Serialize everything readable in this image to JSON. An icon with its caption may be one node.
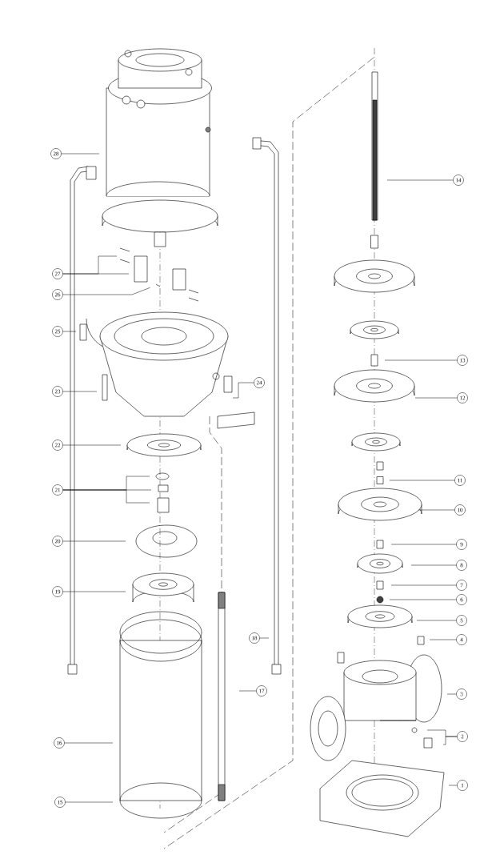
{
  "diagram": {
    "nodes": [
      {
        "text": [
          "28"
        ]
      },
      {
        "text": [
          "27"
        ]
      },
      {
        "text": [
          "26"
        ]
      },
      {
        "text": [
          "25"
        ]
      },
      {
        "text": [
          "23"
        ]
      },
      {
        "text": [
          "24"
        ]
      },
      {
        "text": [
          "22"
        ]
      },
      {
        "text": [
          "21"
        ]
      },
      {
        "text": [
          "20"
        ]
      },
      {
        "text": [
          "19"
        ]
      },
      {
        "text": [
          "18"
        ]
      },
      {
        "text": [
          "17"
        ]
      },
      {
        "text": [
          "16"
        ]
      },
      {
        "text": [
          "15"
        ]
      },
      {
        "text": [
          "14"
        ]
      },
      {
        "text": [
          "13"
        ]
      },
      {
        "text": [
          "12"
        ]
      },
      {
        "text": [
          "11"
        ]
      },
      {
        "text": [
          "10"
        ]
      },
      {
        "text": [
          "9"
        ]
      },
      {
        "text": [
          "8"
        ]
      },
      {
        "text": [
          "7"
        ]
      },
      {
        "text": [
          "6"
        ]
      },
      {
        "text": [
          "5"
        ]
      },
      {
        "text": [
          "4"
        ]
      },
      {
        "text": [
          "3"
        ]
      },
      {
        "text": [
          "2"
        ]
      },
      {
        "text": [
          "1"
        ]
      }
    ],
    "edges": [
      {
        "from": 0,
        "to": null,
        "arrow": "none"
      },
      {
        "from": 1,
        "to": null,
        "arrow": "none"
      },
      {
        "from": 1,
        "to": null,
        "arrow": "none"
      },
      {
        "from": 2,
        "to": null,
        "arrow": "none"
      },
      {
        "from": 3,
        "to": null,
        "arrow": "none"
      },
      {
        "from": 4,
        "to": null,
        "arrow": "none"
      },
      {
        "from": 5,
        "to": null,
        "arrow": "none"
      },
      {
        "from": 6,
        "to": null,
        "arrow": "none"
      },
      {
        "from": 7,
        "to": null,
        "arrow": "none"
      },
      {
        "from": 7,
        "to": null,
        "arrow": "none"
      },
      {
        "from": 7,
        "to": null,
        "arrow": "none"
      },
      {
        "from": 8,
        "to": null,
        "arrow": "none"
      },
      {
        "from": 9,
        "to": null,
        "arrow": "none"
      },
      {
        "from": 10,
        "to": null,
        "arrow": "none"
      },
      {
        "from": 11,
        "to": null,
        "arrow": "none"
      },
      {
        "from": 12,
        "to": null,
        "arrow": "none"
      },
      {
        "from": 13,
        "to": null,
        "arrow": "none"
      },
      {
        "from": 14,
        "to": null,
        "arrow": "none"
      },
      {
        "from": 15,
        "to": null,
        "arrow": "none"
      },
      {
        "from": 16,
        "to": null,
        "arrow": "none"
      },
      {
        "from": 17,
        "to": null,
        "arrow": "none"
      },
      {
        "from": 18,
        "to": null,
        "arrow": "none"
      },
      {
        "from": 19,
        "to": null,
        "arrow": "none"
      },
      {
        "from": 20,
        "to": null,
        "arrow": "none"
      },
      {
        "from": 21,
        "to": null,
        "arrow": "none"
      },
      {
        "from": 22,
        "to": null,
        "arrow": "none"
      },
      {
        "from": 23,
        "to": null,
        "arrow": "none"
      },
      {
        "from": 24,
        "to": null,
        "arrow": "none"
      },
      {
        "from": 25,
        "to": null,
        "arrow": "none"
      },
      {
        "from": 26,
        "to": null,
        "arrow": "none"
      },
      {
        "from": 26,
        "to": null,
        "arrow": "none"
      },
      {
        "from": 27,
        "to": null,
        "arrow": "none"
      }
    ]
  }
}
